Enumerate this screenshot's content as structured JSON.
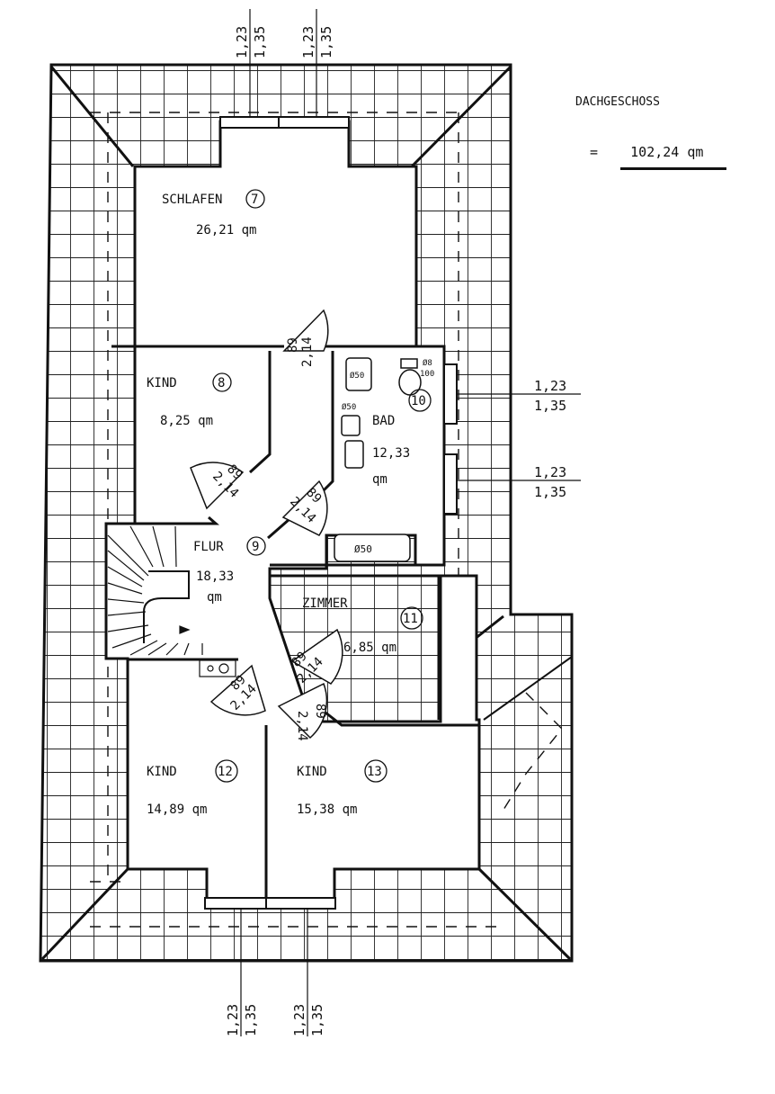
{
  "summary": {
    "title": "DACHGESCHOSS",
    "equals": "=",
    "total_value": "102,24",
    "total_unit": "qm"
  },
  "rooms": [
    {
      "name": "SCHLAFEN",
      "number": "7",
      "area": "26,21 qm"
    },
    {
      "name": "KIND",
      "number": "8",
      "area": "8,25 qm"
    },
    {
      "name": "FLUR",
      "number": "9",
      "area": "18,33",
      "unit": "qm"
    },
    {
      "name": "BAD",
      "number": "10",
      "area": "12,33",
      "unit": "qm"
    },
    {
      "name": "ZIMMER",
      "number": "11",
      "area": "6,85 qm"
    },
    {
      "name": "KIND",
      "number": "12",
      "area": "14,89 qm"
    },
    {
      "name": "KIND",
      "number": "13",
      "area": "15,38 qm"
    }
  ],
  "doors": [
    {
      "width": "89",
      "height": "2,14"
    },
    {
      "width": "89",
      "height": "2,14"
    },
    {
      "width": "89",
      "height": "2,14"
    },
    {
      "width": "89",
      "height": "2,14"
    },
    {
      "width": "89",
      "height": "2,14"
    },
    {
      "width": "89",
      "height": "2,14"
    }
  ],
  "window_dims": {
    "upper": "1,23",
    "lower": "1,35"
  },
  "fixtures": {
    "bath": "Ø50",
    "sink": "Ø50",
    "wc": "Ø50",
    "shower": "Ø8",
    "shower_size": "100"
  }
}
